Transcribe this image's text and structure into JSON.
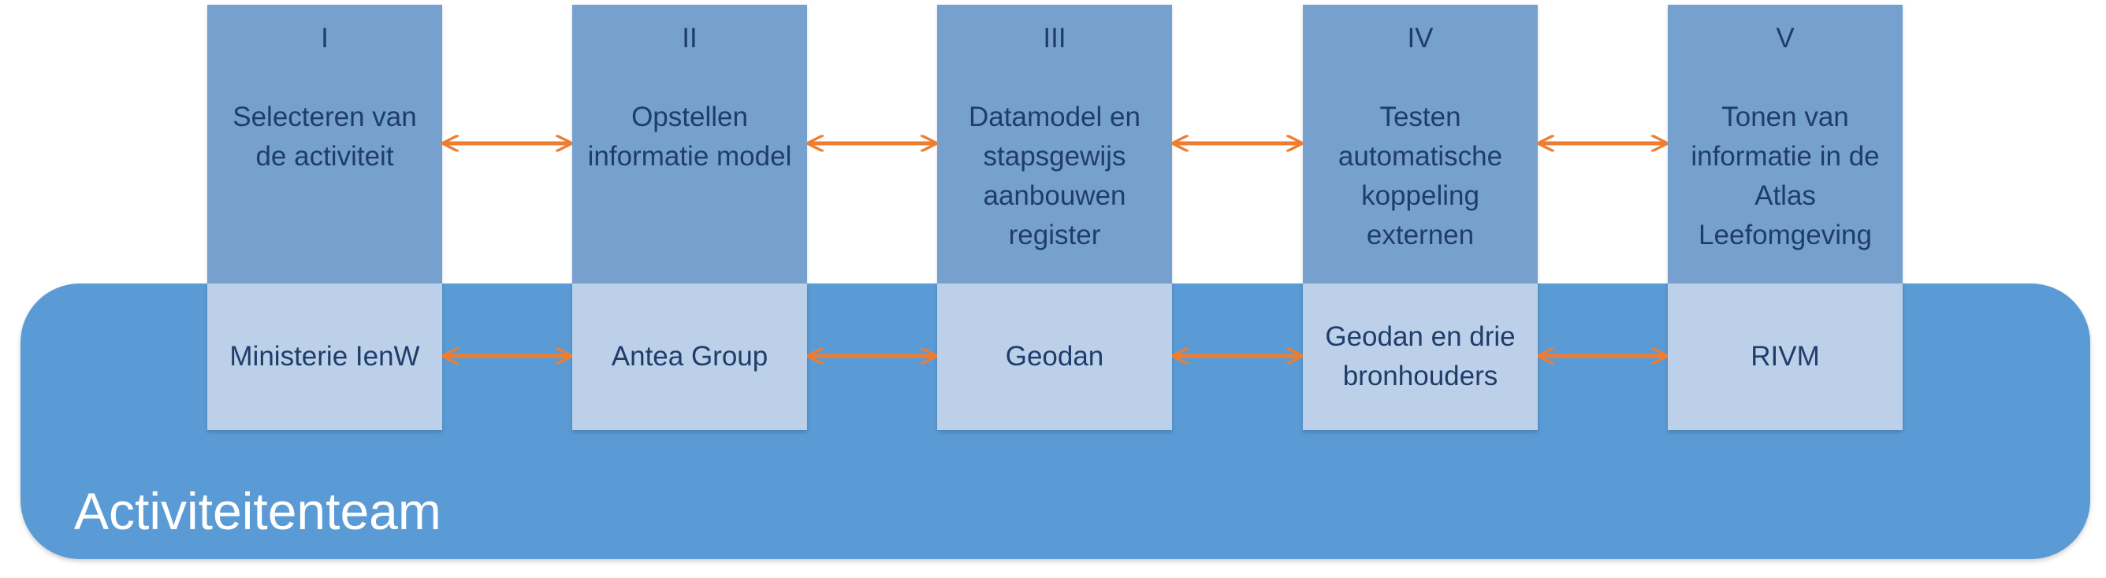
{
  "colors": {
    "band": "#5b9bd5",
    "phase_box": "#76a1cf",
    "party_box": "#bdd0ea",
    "text": "#1f3d6b",
    "arrow": "#ed7d31"
  },
  "team": {
    "label": "Activiteitenteam"
  },
  "phases": [
    {
      "num": "I",
      "title": "Selecteren van de activiteit"
    },
    {
      "num": "II",
      "title": "Opstellen informatie model"
    },
    {
      "num": "III",
      "title": "Datamodel en stapsgewijs aanbouwen register"
    },
    {
      "num": "IV",
      "title": "Testen automatische koppeling externen"
    },
    {
      "num": "V",
      "title": "Tonen van informatie in de Atlas Leefomgeving"
    }
  ],
  "parties": [
    {
      "name": "Ministerie IenW"
    },
    {
      "name": "Antea Group"
    },
    {
      "name": "Geodan"
    },
    {
      "name": "Geodan en drie bronhouders"
    },
    {
      "name": "RIVM"
    }
  ]
}
